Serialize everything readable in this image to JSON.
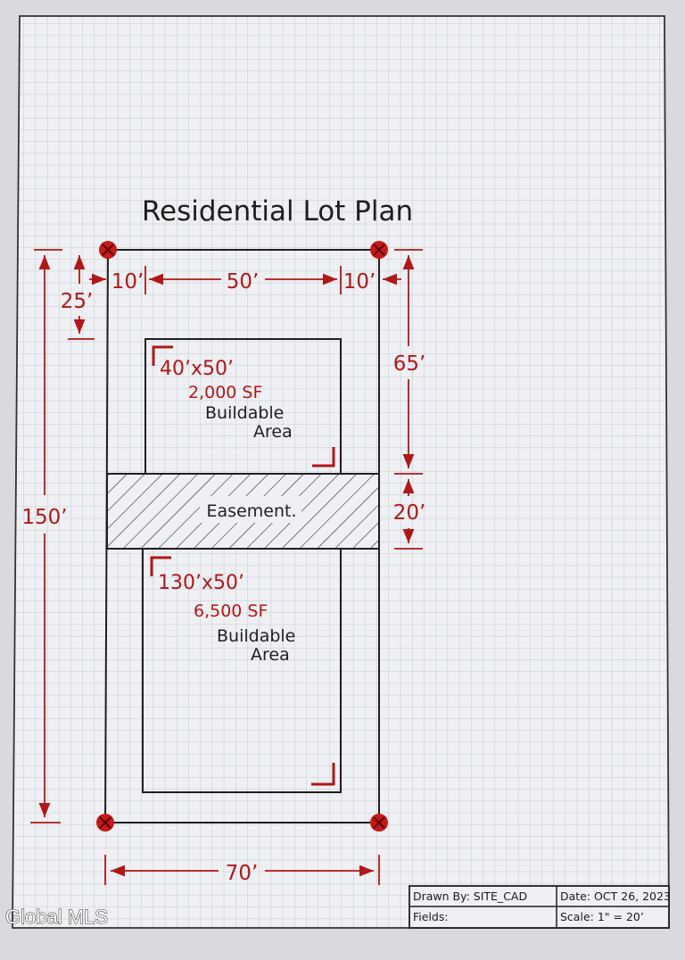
{
  "title": "Residential Lot Plan",
  "dimensions": {
    "left_setback": "10’",
    "front_width": "50’",
    "right_setback": "10’",
    "front_setback": "25’",
    "upper_depth": "65’",
    "easement_depth": "20’",
    "total_depth": "150’",
    "total_width": "70’"
  },
  "upper_area": {
    "dims": "40’x50’",
    "sf": "2,000 SF",
    "label_line1": "Buildable",
    "label_line2": "Area"
  },
  "easement": {
    "label": "Easement."
  },
  "lower_area": {
    "dims": "130’x50’",
    "sf": "6,500 SF",
    "label_line1": "Buildable",
    "label_line2": "Area"
  },
  "title_block": {
    "drawn_by": "Drawn By: SITE_CAD",
    "date": "Date: OCT 26, 2023",
    "fields": "Fields:",
    "scale": "Scale: 1\" = 20’"
  },
  "watermark": "Global MLS",
  "colors": {
    "paper": "#eef0f3",
    "grid": "#b9bec6",
    "line": "#1f1f1f",
    "dimension": "#b01818",
    "marker": "#c41a1a"
  }
}
